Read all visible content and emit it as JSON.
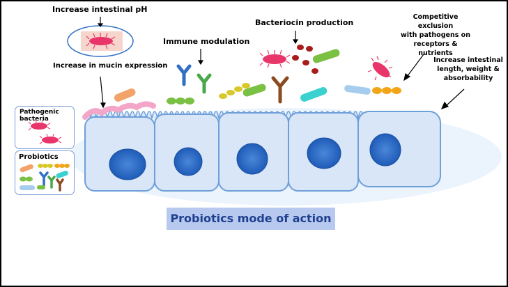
{
  "labels": {
    "increase_ph": "Increase intestinal pH",
    "mucin": "Increase in mucin expression",
    "immune": "Immune modulation",
    "bacteriocin": "Bacteriocin production",
    "competitive": "Competitive exclusion\nwith pathogens on\nreceptors & nutrients",
    "intestinal_length": "Increase intestinal\nlength, weight &\nabsorbability"
  },
  "legend": {
    "pathogenic_title": "Pathogenic bacteria",
    "probiotics_title": "Probiotics"
  },
  "caption": "Probiotics mode of action",
  "colors": {
    "cell_fill": "#d8e6f8",
    "cell_outline": "#6f9fd8",
    "nucleus": "#2f6fc4",
    "mucin": "#f3a6c8",
    "pathogen": "#e8366a",
    "caption_bg": "#b7c9ee",
    "caption_text": "#1f3f8f"
  }
}
